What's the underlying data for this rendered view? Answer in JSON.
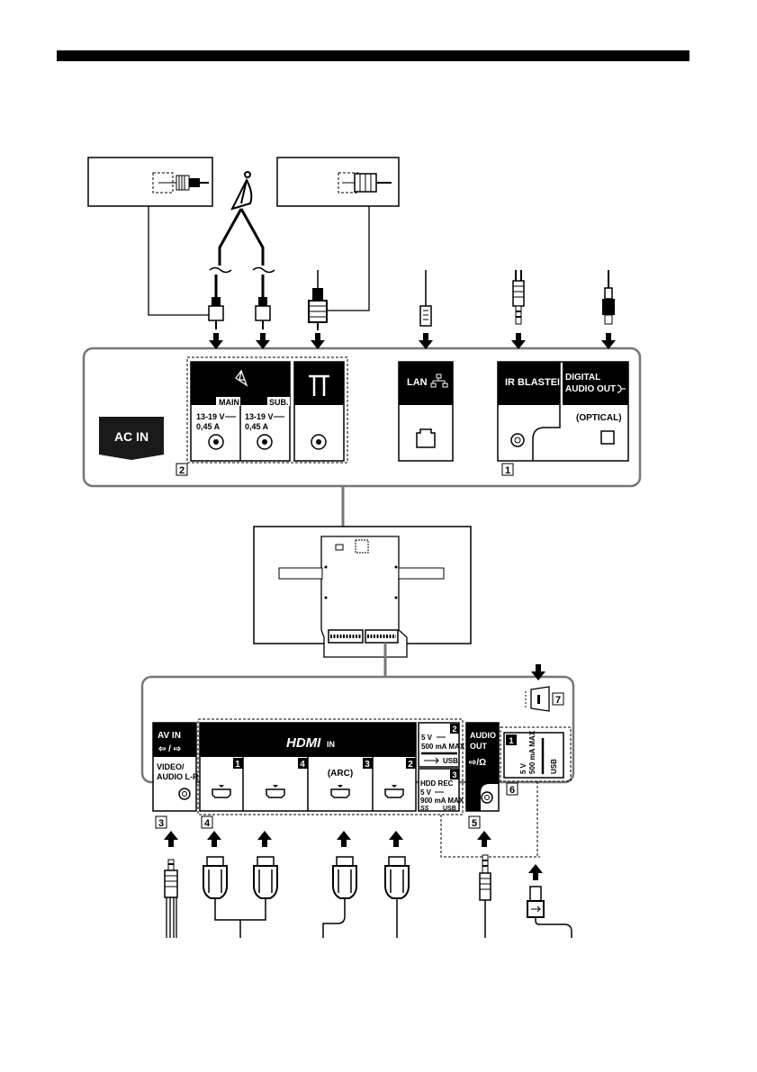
{
  "ac_in": "AC IN",
  "lan": "LAN",
  "ir_blaster": "IR BLASTER",
  "digital_audio_out": [
    "DIGITAL",
    "AUDIO OUT"
  ],
  "optical": "(OPTICAL)",
  "satellite": {
    "main_tag": "MAIN",
    "sub_tag": "SUB.",
    "voltage": "13-19 V",
    "current": "0,45 A"
  },
  "av_in": [
    "AV IN",
    "VIDEO/",
    "AUDIO L-R"
  ],
  "hdmi": {
    "logo": "HDMI",
    "suffix": "IN",
    "arc": "(ARC)",
    "ports": [
      "1",
      "4",
      "3",
      "2"
    ]
  },
  "usb2": {
    "num": "2",
    "v": "5 V",
    "ma": "500 mA MAX",
    "usb": "USB"
  },
  "usb3": {
    "num": "3",
    "hdd": "HDD REC",
    "v": "5 V",
    "ma": "900 mA MAX",
    "usb": "USB",
    "ss": "SS"
  },
  "usb1": {
    "num": "1",
    "v": "5 V",
    "ma": "500 mA MAX",
    "usb": "USB"
  },
  "audio_out": [
    "AUDIO",
    "OUT"
  ],
  "callouts": [
    "1",
    "2",
    "3",
    "4",
    "5",
    "6",
    "7"
  ]
}
